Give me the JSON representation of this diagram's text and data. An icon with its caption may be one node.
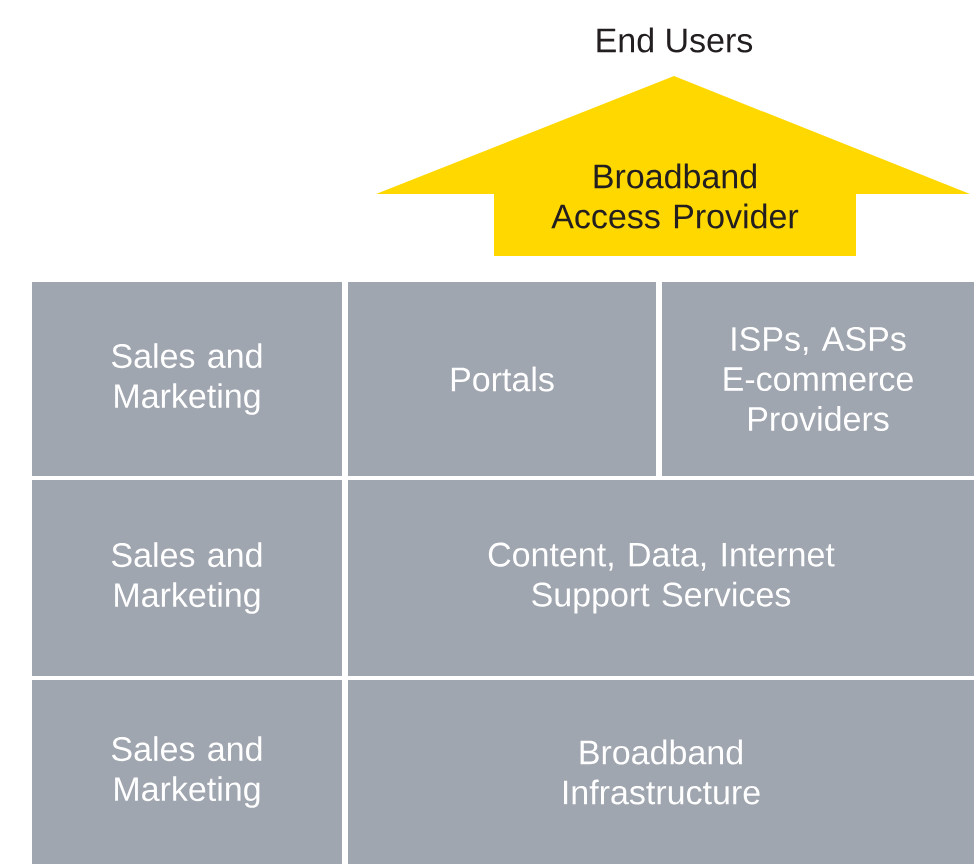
{
  "diagram": {
    "nodes": [
      {
        "text": [
          "Broadband Access Provider"
        ]
      },
      {
        "text": [
          "Sales and Marketing"
        ]
      },
      {
        "text": [
          "Portals"
        ]
      },
      {
        "text": [
          "ISPs, ASPs E-commerce Providers"
        ]
      },
      {
        "text": [
          "Sales and Marketing"
        ]
      },
      {
        "text": [
          "Content, Data, Internet Support Services"
        ]
      },
      {
        "text": [
          "Sales and Marketing"
        ]
      },
      {
        "text": [
          "Broadband Infrastructure"
        ]
      }
    ],
    "labels": [
      "End Users"
    ]
  }
}
